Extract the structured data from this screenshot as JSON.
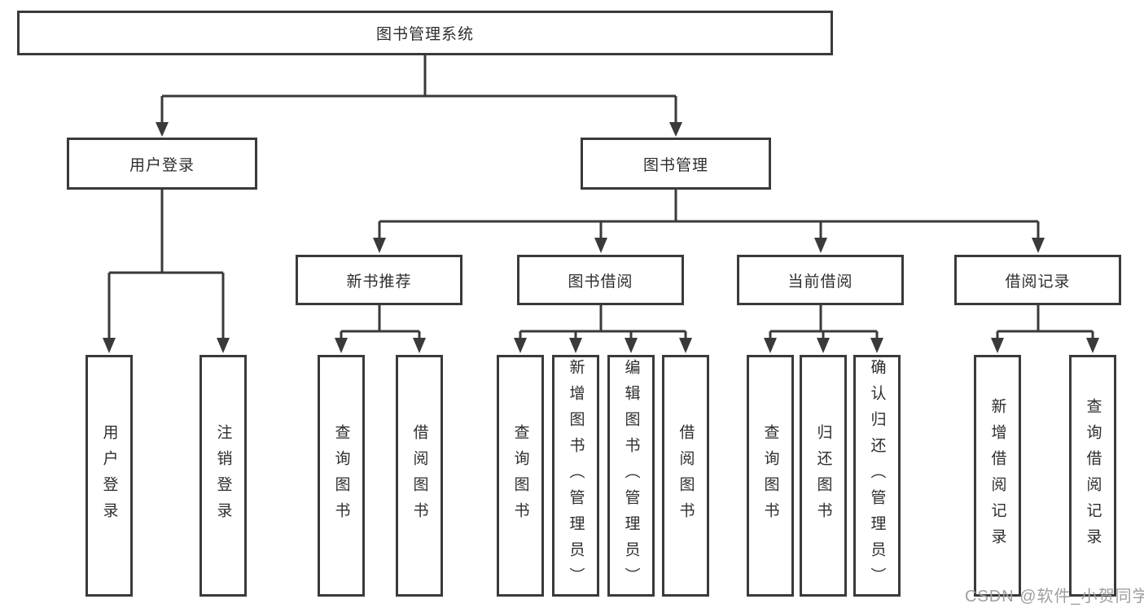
{
  "tree": {
    "root": {
      "label": "图书管理系统"
    },
    "children": [
      {
        "label": "用户登录",
        "children": [
          {
            "label": "用户登录"
          },
          {
            "label": "注销登录"
          }
        ]
      },
      {
        "label": "图书管理",
        "children": [
          {
            "label": "新书推荐",
            "children": [
              {
                "label": "查询图书"
              },
              {
                "label": "借阅图书"
              }
            ]
          },
          {
            "label": "图书借阅",
            "children": [
              {
                "label": "查询图书"
              },
              {
                "label": "新增图书（管理员）"
              },
              {
                "label": "编辑图书（管理员）"
              },
              {
                "label": "借阅图书"
              }
            ]
          },
          {
            "label": "当前借阅",
            "children": [
              {
                "label": "查询图书"
              },
              {
                "label": "归还图书"
              },
              {
                "label": "确认归还（管理员）"
              }
            ]
          },
          {
            "label": "借阅记录",
            "children": [
              {
                "label": "新增借阅记录"
              },
              {
                "label": "查询借阅记录"
              }
            ]
          }
        ]
      }
    ]
  },
  "watermark": {
    "text": "CSDN @软件_小贺同学"
  },
  "colors": {
    "line": "#3a3a3a",
    "text": "#2e2e2e",
    "watermark": "#9f9f9f",
    "background": "#ffffff"
  }
}
